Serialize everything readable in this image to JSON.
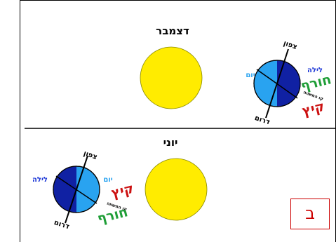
{
  "panels": {
    "december": {
      "title": "דצמבר",
      "north": "צפון",
      "south": "דרום",
      "day": "יום",
      "night": "לילה",
      "hemisphere_top": "חורף",
      "hemisphere_bottom": "קיץ",
      "equator": "קו המשווה"
    },
    "june": {
      "title": "יוני",
      "north": "צפון",
      "south": "דרום",
      "day": "יום",
      "night": "לילה",
      "hemisphere_top": "קיץ",
      "hemisphere_bottom": "חורף",
      "equator": "קו המשווה"
    }
  },
  "badge": {
    "label": "ב"
  },
  "colors": {
    "sun": "#ffec00",
    "day_side": "#29a3f0",
    "night_side": "#1021a3",
    "summer": "#cc1111",
    "winter": "#1f9e37",
    "label_blue": "#1a35d6",
    "badge_border": "#cc0000"
  },
  "icons": {
    "sun": "sun-icon",
    "earth": "earth-globe-icon"
  }
}
